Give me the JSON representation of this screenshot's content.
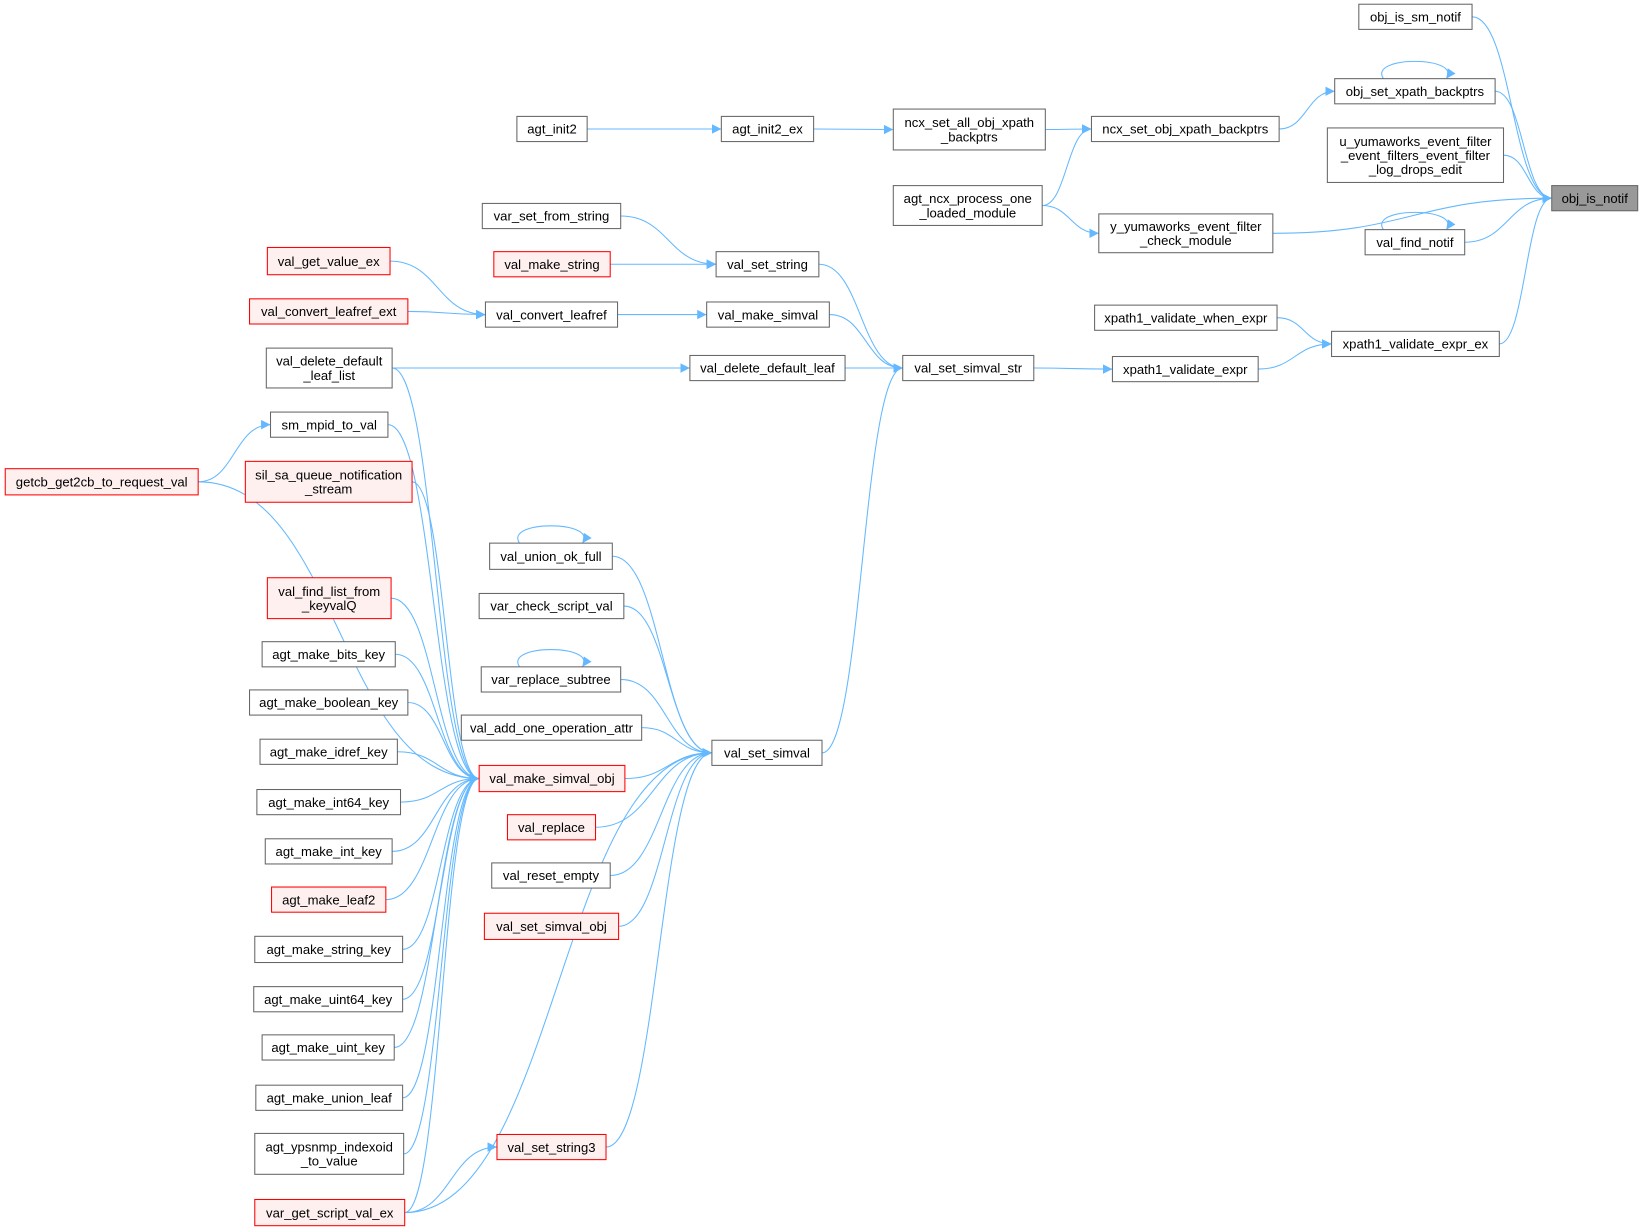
{
  "graph": {
    "title": "obj_is_notif caller graph",
    "edge_color": "#63b8ff",
    "nodes": [
      {
        "id": "obj_is_notif",
        "lines": [
          "obj_is_notif"
        ],
        "style": "focus"
      },
      {
        "id": "obj_is_sm_notif",
        "lines": [
          "obj_is_sm_notif"
        ],
        "style": "normal"
      },
      {
        "id": "obj_set_xpath_backptrs",
        "lines": [
          "obj_set_xpath_backptrs"
        ],
        "style": "normal"
      },
      {
        "id": "u_yumaworks",
        "lines": [
          "u_yumaworks_event_filter",
          "_event_filters_event_filter",
          "_log_drops_edit"
        ],
        "style": "normal"
      },
      {
        "id": "val_find_notif",
        "lines": [
          "val_find_notif"
        ],
        "style": "normal"
      },
      {
        "id": "xpath1_validate_expr_ex",
        "lines": [
          "xpath1_validate_expr_ex"
        ],
        "style": "normal"
      },
      {
        "id": "y_yumaworks",
        "lines": [
          "y_yumaworks_event_filter",
          "_check_module"
        ],
        "style": "normal"
      },
      {
        "id": "xpath1_validate_when_expr",
        "lines": [
          "xpath1_validate_when_expr"
        ],
        "style": "normal"
      },
      {
        "id": "xpath1_validate_expr",
        "lines": [
          "xpath1_validate_expr"
        ],
        "style": "normal"
      },
      {
        "id": "ncx_set_obj_xpath_backptrs",
        "lines": [
          "ncx_set_obj_xpath_backptrs"
        ],
        "style": "normal"
      },
      {
        "id": "ncx_set_all",
        "lines": [
          "ncx_set_all_obj_xpath",
          "_backptrs"
        ],
        "style": "normal"
      },
      {
        "id": "agt_ncx_process",
        "lines": [
          "agt_ncx_process_one",
          "_loaded_module"
        ],
        "style": "normal"
      },
      {
        "id": "agt_init2_ex",
        "lines": [
          "agt_init2_ex"
        ],
        "style": "normal"
      },
      {
        "id": "agt_init2",
        "lines": [
          "agt_init2"
        ],
        "style": "normal"
      },
      {
        "id": "val_set_simval_str",
        "lines": [
          "val_set_simval_str"
        ],
        "style": "normal"
      },
      {
        "id": "val_set_string",
        "lines": [
          "val_set_string"
        ],
        "style": "normal"
      },
      {
        "id": "var_set_from_string",
        "lines": [
          "var_set_from_string"
        ],
        "style": "normal"
      },
      {
        "id": "val_make_string",
        "lines": [
          "val_make_string"
        ],
        "style": "red"
      },
      {
        "id": "val_make_simval",
        "lines": [
          "val_make_simval"
        ],
        "style": "normal"
      },
      {
        "id": "val_convert_leafref",
        "lines": [
          "val_convert_leafref"
        ],
        "style": "normal"
      },
      {
        "id": "val_get_value_ex",
        "lines": [
          "val_get_value_ex"
        ],
        "style": "red"
      },
      {
        "id": "val_convert_leafref_ext",
        "lines": [
          "val_convert_leafref_ext"
        ],
        "style": "red"
      },
      {
        "id": "val_delete_default_leaf",
        "lines": [
          "val_delete_default_leaf"
        ],
        "style": "normal"
      },
      {
        "id": "val_delete_default_leaf_list",
        "lines": [
          "val_delete_default",
          "_leaf_list"
        ],
        "style": "normal"
      },
      {
        "id": "sm_mpid_to_val",
        "lines": [
          "sm_mpid_to_val"
        ],
        "style": "normal"
      },
      {
        "id": "getcb_get2cb",
        "lines": [
          "getcb_get2cb_to_request_val"
        ],
        "style": "red"
      },
      {
        "id": "sil_sa_queue",
        "lines": [
          "sil_sa_queue_notification",
          "_stream"
        ],
        "style": "red"
      },
      {
        "id": "val_union_ok_full",
        "lines": [
          "val_union_ok_full"
        ],
        "style": "normal"
      },
      {
        "id": "var_check_script_val",
        "lines": [
          "var_check_script_val"
        ],
        "style": "normal"
      },
      {
        "id": "var_replace_subtree",
        "lines": [
          "var_replace_subtree"
        ],
        "style": "normal"
      },
      {
        "id": "val_add_one_operation_attr",
        "lines": [
          "val_add_one_operation_attr"
        ],
        "style": "normal"
      },
      {
        "id": "val_set_simval",
        "lines": [
          "val_set_simval"
        ],
        "style": "normal"
      },
      {
        "id": "val_make_simval_obj",
        "lines": [
          "val_make_simval_obj"
        ],
        "style": "red"
      },
      {
        "id": "val_replace",
        "lines": [
          "val_replace"
        ],
        "style": "red"
      },
      {
        "id": "val_reset_empty",
        "lines": [
          "val_reset_empty"
        ],
        "style": "normal"
      },
      {
        "id": "val_set_simval_obj",
        "lines": [
          "val_set_simval_obj"
        ],
        "style": "red"
      },
      {
        "id": "val_find_list",
        "lines": [
          "val_find_list_from",
          "_keyvalQ"
        ],
        "style": "red"
      },
      {
        "id": "agt_make_bits_key",
        "lines": [
          "agt_make_bits_key"
        ],
        "style": "normal"
      },
      {
        "id": "agt_make_boolean_key",
        "lines": [
          "agt_make_boolean_key"
        ],
        "style": "normal"
      },
      {
        "id": "agt_make_idref_key",
        "lines": [
          "agt_make_idref_key"
        ],
        "style": "normal"
      },
      {
        "id": "agt_make_int64_key",
        "lines": [
          "agt_make_int64_key"
        ],
        "style": "normal"
      },
      {
        "id": "agt_make_int_key",
        "lines": [
          "agt_make_int_key"
        ],
        "style": "normal"
      },
      {
        "id": "agt_make_leaf2",
        "lines": [
          "agt_make_leaf2"
        ],
        "style": "red"
      },
      {
        "id": "agt_make_string_key",
        "lines": [
          "agt_make_string_key"
        ],
        "style": "normal"
      },
      {
        "id": "agt_make_uint64_key",
        "lines": [
          "agt_make_uint64_key"
        ],
        "style": "normal"
      },
      {
        "id": "agt_make_uint_key",
        "lines": [
          "agt_make_uint_key"
        ],
        "style": "normal"
      },
      {
        "id": "agt_make_union_leaf",
        "lines": [
          "agt_make_union_leaf"
        ],
        "style": "normal"
      },
      {
        "id": "agt_ypsnmp",
        "lines": [
          "agt_ypsnmp_indexoid",
          "_to_value"
        ],
        "style": "normal"
      },
      {
        "id": "var_get_script_val_ex",
        "lines": [
          "var_get_script_val_ex"
        ],
        "style": "red"
      },
      {
        "id": "val_set_string3",
        "lines": [
          "val_set_string3"
        ],
        "style": "red"
      }
    ],
    "edges": [
      [
        "obj_is_sm_notif",
        "obj_is_notif"
      ],
      [
        "obj_set_xpath_backptrs",
        "obj_is_notif"
      ],
      [
        "u_yumaworks",
        "obj_is_notif"
      ],
      [
        "val_find_notif",
        "obj_is_notif"
      ],
      [
        "y_yumaworks",
        "obj_is_notif"
      ],
      [
        "xpath1_validate_expr_ex",
        "obj_is_notif"
      ],
      [
        "obj_set_xpath_backptrs",
        "obj_set_xpath_backptrs"
      ],
      [
        "val_find_notif",
        "val_find_notif"
      ],
      [
        "ncx_set_obj_xpath_backptrs",
        "obj_set_xpath_backptrs"
      ],
      [
        "ncx_set_all",
        "ncx_set_obj_xpath_backptrs"
      ],
      [
        "agt_ncx_process",
        "ncx_set_obj_xpath_backptrs"
      ],
      [
        "agt_ncx_process",
        "y_yumaworks"
      ],
      [
        "agt_init2_ex",
        "ncx_set_all"
      ],
      [
        "agt_init2",
        "agt_init2_ex"
      ],
      [
        "xpath1_validate_when_expr",
        "xpath1_validate_expr_ex"
      ],
      [
        "xpath1_validate_expr",
        "xpath1_validate_expr_ex"
      ],
      [
        "val_set_simval_str",
        "xpath1_validate_expr"
      ],
      [
        "val_set_string",
        "val_set_simval_str"
      ],
      [
        "val_make_simval",
        "val_set_simval_str"
      ],
      [
        "val_delete_default_leaf",
        "val_set_simval_str"
      ],
      [
        "val_set_simval",
        "val_set_simval_str"
      ],
      [
        "var_set_from_string",
        "val_set_string"
      ],
      [
        "val_make_string",
        "val_set_string"
      ],
      [
        "val_convert_leafref",
        "val_make_simval"
      ],
      [
        "val_get_value_ex",
        "val_convert_leafref"
      ],
      [
        "val_convert_leafref_ext",
        "val_convert_leafref"
      ],
      [
        "val_delete_default_leaf_list",
        "val_delete_default_leaf"
      ],
      [
        "getcb_get2cb",
        "sm_mpid_to_val"
      ],
      [
        "val_delete_default_leaf_list",
        "val_make_simval_obj"
      ],
      [
        "sm_mpid_to_val",
        "val_make_simval_obj"
      ],
      [
        "getcb_get2cb",
        "val_make_simval_obj"
      ],
      [
        "sil_sa_queue",
        "val_make_simval_obj"
      ],
      [
        "val_find_list",
        "val_make_simval_obj"
      ],
      [
        "agt_make_bits_key",
        "val_make_simval_obj"
      ],
      [
        "agt_make_boolean_key",
        "val_make_simval_obj"
      ],
      [
        "agt_make_idref_key",
        "val_make_simval_obj"
      ],
      [
        "agt_make_int64_key",
        "val_make_simval_obj"
      ],
      [
        "agt_make_int_key",
        "val_make_simval_obj"
      ],
      [
        "agt_make_leaf2",
        "val_make_simval_obj"
      ],
      [
        "agt_make_string_key",
        "val_make_simval_obj"
      ],
      [
        "agt_make_uint64_key",
        "val_make_simval_obj"
      ],
      [
        "agt_make_uint_key",
        "val_make_simval_obj"
      ],
      [
        "agt_make_union_leaf",
        "val_make_simval_obj"
      ],
      [
        "agt_ypsnmp",
        "val_make_simval_obj"
      ],
      [
        "var_get_script_val_ex",
        "val_make_simval_obj"
      ],
      [
        "val_union_ok_full",
        "val_union_ok_full"
      ],
      [
        "var_replace_subtree",
        "var_replace_subtree"
      ],
      [
        "val_union_ok_full",
        "val_set_simval"
      ],
      [
        "var_check_script_val",
        "val_set_simval"
      ],
      [
        "var_replace_subtree",
        "val_set_simval"
      ],
      [
        "val_add_one_operation_attr",
        "val_set_simval"
      ],
      [
        "val_make_simval_obj",
        "val_set_simval"
      ],
      [
        "val_replace",
        "val_set_simval"
      ],
      [
        "val_reset_empty",
        "val_set_simval"
      ],
      [
        "val_set_simval_obj",
        "val_set_simval"
      ],
      [
        "val_set_string3",
        "val_set_simval"
      ],
      [
        "var_get_script_val_ex",
        "val_set_simval"
      ],
      [
        "var_get_script_val_ex",
        "val_set_string3"
      ]
    ]
  }
}
